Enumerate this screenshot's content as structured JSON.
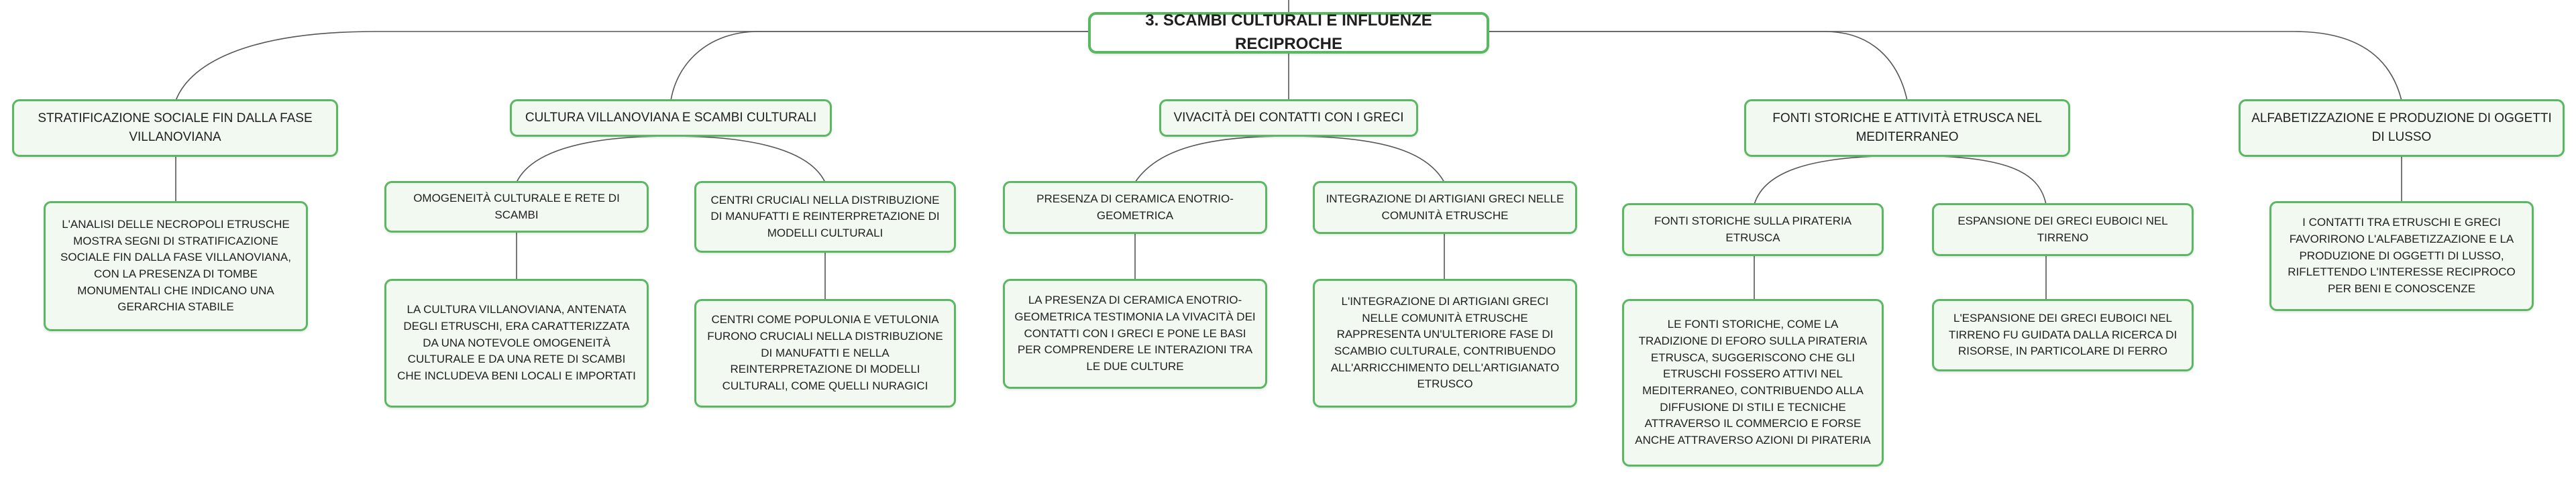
{
  "root": {
    "label": "3. SCAMBI CULTURALI E INFLUENZE RECIPROCHE"
  },
  "branches": [
    {
      "label": "STRATIFICAZIONE SOCIALE FIN DALLA FASE VILLANOVIANA",
      "detail": "L'ANALISI DELLE NECROPOLI ETRUSCHE MOSTRA SEGNI DI STRATIFICAZIONE SOCIALE FIN DALLA FASE VILLANOVIANA, CON LA PRESENZA DI TOMBE MONUMENTALI CHE INDICANO UNA GERARCHIA STABILE"
    },
    {
      "label": "CULTURA VILLANOVIANA E SCAMBI CULTURALI",
      "children": [
        {
          "label": "OMOGENEITÀ CULTURALE E RETE DI SCAMBI",
          "detail": "LA CULTURA VILLANOVIANA, ANTENATA DEGLI ETRUSCHI, ERA CARATTERIZZATA DA UNA NOTEVOLE OMOGENEITÀ CULTURALE E DA UNA RETE DI SCAMBI CHE INCLUDEVA BENI LOCALI E IMPORTATI"
        },
        {
          "label": "CENTRI CRUCIALI NELLA DISTRIBUZIONE DI MANUFATTI E REINTERPRETAZIONE DI MODELLI CULTURALI",
          "detail": "CENTRI COME POPULONIA E VETULONIA FURONO CRUCIALI NELLA DISTRIBUZIONE DI MANUFATTI E NELLA REINTERPRETAZIONE DI MODELLI CULTURALI, COME QUELLI NURAGICI"
        }
      ]
    },
    {
      "label": "VIVACITÀ DEI CONTATTI CON I GRECI",
      "children": [
        {
          "label": "PRESENZA DI CERAMICA ENOTRIO-GEOMETRICA",
          "detail": "LA PRESENZA DI CERAMICA ENOTRIO-GEOMETRICA TESTIMONIA LA VIVACITÀ DEI CONTATTI CON I GRECI E PONE LE BASI PER COMPRENDERE LE INTERAZIONI TRA LE DUE CULTURE"
        },
        {
          "label": "INTEGRAZIONE DI ARTIGIANI GRECI NELLE COMUNITÀ ETRUSCHE",
          "detail": "L'INTEGRAZIONE DI ARTIGIANI GRECI NELLE COMUNITÀ ETRUSCHE RAPPRESENTA UN'ULTERIORE FASE DI SCAMBIO CULTURALE, CONTRIBUENDO ALL'ARRICCHIMENTO DELL'ARTIGIANATO ETRUSCO"
        }
      ]
    },
    {
      "label": "FONTI STORICHE E ATTIVITÀ ETRUSCA NEL MEDITERRANEO",
      "children": [
        {
          "label": "FONTI STORICHE SULLA PIRATERIA ETRUSCA",
          "detail": "LE FONTI STORICHE, COME LA TRADIZIONE DI EFORO SULLA PIRATERIA ETRUSCA, SUGGERISCONO CHE GLI ETRUSCHI FOSSERO ATTIVI NEL MEDITERRANEO, CONTRIBUENDO ALLA DIFFUSIONE DI STILI E TECNICHE ATTRAVERSO IL COMMERCIO E FORSE ANCHE ATTRAVERSO AZIONI DI PIRATERIA"
        },
        {
          "label": "ESPANSIONE DEI GRECI EUBOICI NEL TIRRENO",
          "detail": "L'ESPANSIONE DEI GRECI EUBOICI NEL TIRRENO FU GUIDATA DALLA RICERCA DI RISORSE, IN PARTICOLARE DI FERRO"
        }
      ]
    },
    {
      "label": "ALFABETIZZAZIONE E PRODUZIONE DI OGGETTI DI LUSSO",
      "detail": "I CONTATTI TRA ETRUSCHI E GRECI FAVORIRONO L'ALFABETIZZAZIONE E LA PRODUZIONE DI OGGETTI DI LUSSO, RIFLETTENDO L'INTERESSE RECIPROCO PER BENI E CONOSCENZE"
    }
  ],
  "colors": {
    "node_border": "#5bb862",
    "node_fill": "#f1f9f1",
    "connector": "#555555"
  }
}
